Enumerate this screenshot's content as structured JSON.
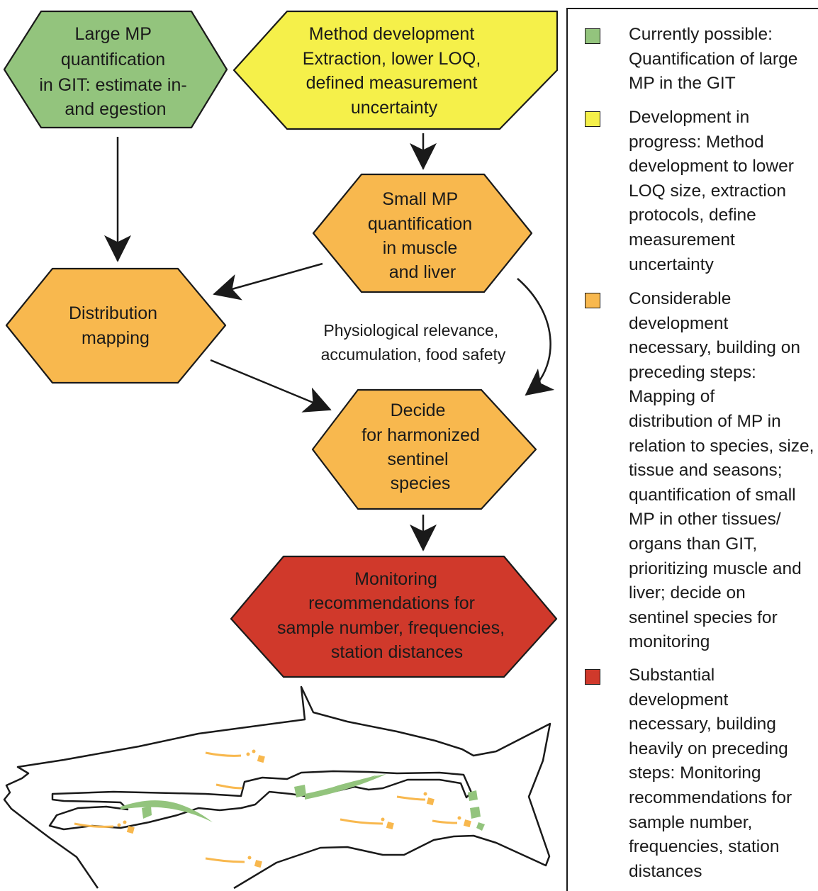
{
  "colors": {
    "green": "#93c47d",
    "yellow": "#f5f04a",
    "orange": "#f8b84e",
    "red": "#d0392b",
    "outline": "#1a1a1a",
    "fish_gut": "#93c47d",
    "fish_particle": "#f8b84e"
  },
  "nodes": {
    "large_mp": {
      "color": "green",
      "lines": [
        "Large MP",
        "quantification",
        "in GIT: estimate in-",
        "and egestion"
      ]
    },
    "method_dev": {
      "color": "yellow",
      "lines": [
        "Method development",
        "Extraction, lower LOQ,",
        "defined measurement",
        "uncertainty"
      ]
    },
    "small_mp": {
      "color": "orange",
      "lines": [
        "Small MP",
        "quantification",
        "in muscle",
        "and liver"
      ]
    },
    "distribution": {
      "color": "orange",
      "lines": [
        "Distribution",
        "mapping"
      ]
    },
    "decide": {
      "color": "orange",
      "lines": [
        "Decide",
        "for harmonized",
        "sentinel",
        "species"
      ]
    },
    "monitoring": {
      "color": "red",
      "lines": [
        "Monitoring",
        "recommendations for",
        "sample number, frequencies,",
        "station distances"
      ]
    }
  },
  "edge_label": {
    "lines": [
      "Physiological relevance,",
      "accumulation, food safety"
    ]
  },
  "legend": [
    {
      "color": "green",
      "text": "Currently possible:\nQuantification of large\nMP in the GIT"
    },
    {
      "color": "yellow",
      "text": "Development in\nprogress: Method\ndevelopment to lower\nLOQ size, extraction\nprotocols, define\nmeasurement\nuncertainty"
    },
    {
      "color": "orange",
      "text": "Considerable\ndevelopment\nnecessary, building on\npreceding steps:\nMapping of\ndistribution of MP in\nrelation to species, size,\ntissue and seasons;\nquantification of small\nMP in other tissues/\norgans than GIT,\nprioritizing muscle and\nliver; decide on\nsentinel species for\nmonitoring"
    },
    {
      "color": "red",
      "text": "Substantial\ndevelopment\nnecessary,  building\nheavily on preceding\nsteps: Monitoring\nrecommendations for\nsample number,\nfrequencies, station\ndistances"
    }
  ]
}
